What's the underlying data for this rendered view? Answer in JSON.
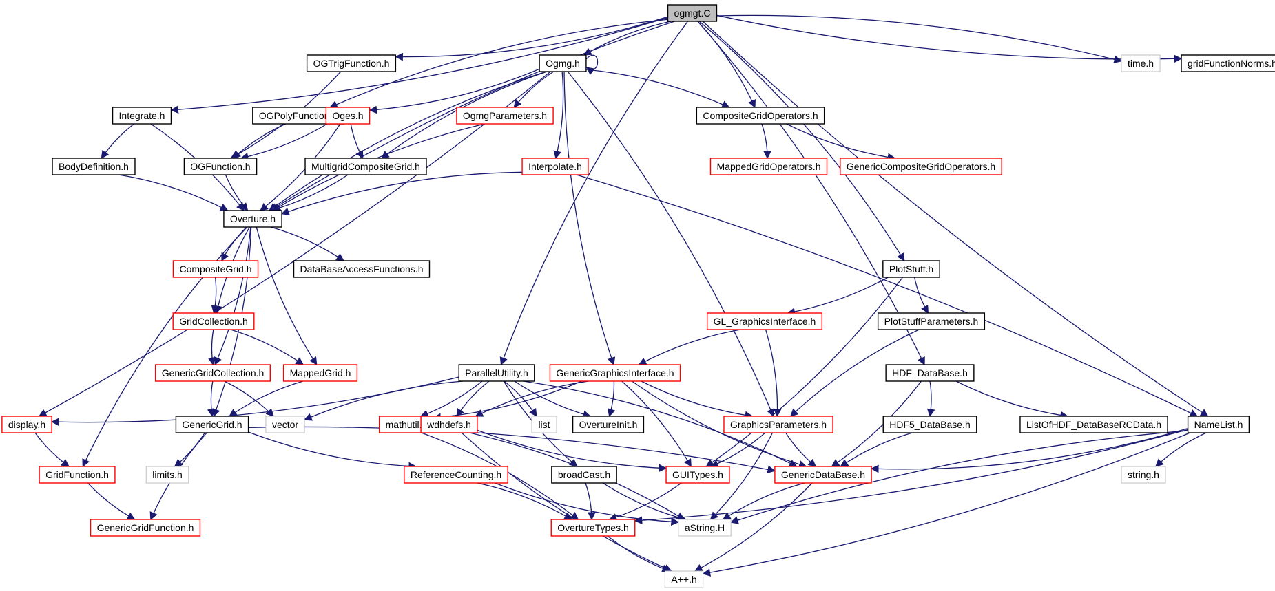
{
  "graph": {
    "colors": {
      "edge": "#191970",
      "border_normal": "#000000",
      "border_truncated": "#ff0000",
      "border_external": "#bfbfbf",
      "fill_root": "#bfbfbf",
      "fill_default": "#ffffff"
    },
    "nodes": [
      {
        "id": "ogmgt",
        "label": "ogmgt.C",
        "kind": "root"
      },
      {
        "id": "ogtrig",
        "label": "OGTrigFunction.h",
        "kind": "normal"
      },
      {
        "id": "ogmg",
        "label": "Ogmg.h",
        "kind": "normal"
      },
      {
        "id": "time",
        "label": "time.h",
        "kind": "external"
      },
      {
        "id": "gridfn",
        "label": "gridFunctionNorms.h",
        "kind": "normal"
      },
      {
        "id": "integrate",
        "label": "Integrate.h",
        "kind": "normal"
      },
      {
        "id": "ogpoly",
        "label": "OGPolyFunction.h",
        "kind": "normal"
      },
      {
        "id": "oges",
        "label": "Oges.h",
        "kind": "truncated"
      },
      {
        "id": "ogmgparams",
        "label": "OgmgParameters.h",
        "kind": "truncated"
      },
      {
        "id": "cgops",
        "label": "CompositeGridOperators.h",
        "kind": "normal"
      },
      {
        "id": "bodydef",
        "label": "BodyDefinition.h",
        "kind": "normal"
      },
      {
        "id": "ogfunc",
        "label": "OGFunction.h",
        "kind": "normal"
      },
      {
        "id": "mgcg",
        "label": "MultigridCompositeGrid.h",
        "kind": "normal"
      },
      {
        "id": "interp",
        "label": "Interpolate.h",
        "kind": "truncated"
      },
      {
        "id": "mgops",
        "label": "MappedGridOperators.h",
        "kind": "truncated"
      },
      {
        "id": "gcgops",
        "label": "GenericCompositeGridOperators.h",
        "kind": "truncated"
      },
      {
        "id": "overture",
        "label": "Overture.h",
        "kind": "normal"
      },
      {
        "id": "compgrid",
        "label": "CompositeGrid.h",
        "kind": "truncated"
      },
      {
        "id": "dbaf",
        "label": "DataBaseAccessFunctions.h",
        "kind": "normal"
      },
      {
        "id": "plotstuff",
        "label": "PlotStuff.h",
        "kind": "normal"
      },
      {
        "id": "gridcoll",
        "label": "GridCollection.h",
        "kind": "truncated"
      },
      {
        "id": "glgi",
        "label": "GL_GraphicsInterface.h",
        "kind": "truncated"
      },
      {
        "id": "psparams",
        "label": "PlotStuffParameters.h",
        "kind": "normal"
      },
      {
        "id": "ggc",
        "label": "GenericGridCollection.h",
        "kind": "truncated"
      },
      {
        "id": "mappedgrid",
        "label": "MappedGrid.h",
        "kind": "truncated"
      },
      {
        "id": "parutil",
        "label": "ParallelUtility.h",
        "kind": "normal"
      },
      {
        "id": "ggi",
        "label": "GenericGraphicsInterface.h",
        "kind": "truncated"
      },
      {
        "id": "hdfdb",
        "label": "HDF_DataBase.h",
        "kind": "normal"
      },
      {
        "id": "display",
        "label": "display.h",
        "kind": "truncated"
      },
      {
        "id": "genericgrid",
        "label": "GenericGrid.h",
        "kind": "normal"
      },
      {
        "id": "vector",
        "label": "vector",
        "kind": "external"
      },
      {
        "id": "mathutil",
        "label": "mathutil.h",
        "kind": "truncated"
      },
      {
        "id": "wdhdefs",
        "label": "wdhdefs.h",
        "kind": "truncated"
      },
      {
        "id": "list",
        "label": "list",
        "kind": "external"
      },
      {
        "id": "ovinit",
        "label": "OvertureInit.h",
        "kind": "normal"
      },
      {
        "id": "gparams",
        "label": "GraphicsParameters.h",
        "kind": "truncated"
      },
      {
        "id": "hdf5db",
        "label": "HDF5_DataBase.h",
        "kind": "normal"
      },
      {
        "id": "listofhdf",
        "label": "ListOfHDF_DataBaseRCData.h",
        "kind": "normal"
      },
      {
        "id": "namelist",
        "label": "NameList.h",
        "kind": "normal"
      },
      {
        "id": "gridfunction",
        "label": "GridFunction.h",
        "kind": "truncated"
      },
      {
        "id": "limits",
        "label": "limits.h",
        "kind": "external"
      },
      {
        "id": "refcount",
        "label": "ReferenceCounting.h",
        "kind": "truncated"
      },
      {
        "id": "broadcast",
        "label": "broadCast.h",
        "kind": "normal"
      },
      {
        "id": "guitypes",
        "label": "GUITypes.h",
        "kind": "truncated"
      },
      {
        "id": "gdb",
        "label": "GenericDataBase.h",
        "kind": "truncated"
      },
      {
        "id": "string",
        "label": "string.h",
        "kind": "external"
      },
      {
        "id": "ggf",
        "label": "GenericGridFunction.h",
        "kind": "truncated"
      },
      {
        "id": "ovtypes",
        "label": "OvertureTypes.h",
        "kind": "truncated"
      },
      {
        "id": "astring",
        "label": "aString.H",
        "kind": "external"
      },
      {
        "id": "app",
        "label": "A++.h",
        "kind": "external"
      }
    ],
    "edges": [
      [
        "ogmgt",
        "ogtrig"
      ],
      [
        "ogmgt",
        "ogmg"
      ],
      [
        "ogmgt",
        "time"
      ],
      [
        "ogmgt",
        "gridfn"
      ],
      [
        "ogmgt",
        "integrate"
      ],
      [
        "ogmgt",
        "ogpoly"
      ],
      [
        "ogmgt",
        "cgops"
      ],
      [
        "ogmgt",
        "overture"
      ],
      [
        "ogmgt",
        "plotstuff"
      ],
      [
        "ogmgt",
        "parutil"
      ],
      [
        "ogmgt",
        "hdfdb"
      ],
      [
        "ogmgt",
        "namelist"
      ],
      [
        "ogtrig",
        "ogfunc"
      ],
      [
        "ogmg",
        "ogmg"
      ],
      [
        "ogmg",
        "oges"
      ],
      [
        "ogmg",
        "ogmgparams"
      ],
      [
        "ogmg",
        "cgops"
      ],
      [
        "ogmg",
        "mgcg"
      ],
      [
        "ogmg",
        "interp"
      ],
      [
        "ogmg",
        "overture"
      ],
      [
        "ogmg",
        "display"
      ],
      [
        "ogmg",
        "ggi"
      ],
      [
        "ogmg",
        "gparams"
      ],
      [
        "integrate",
        "bodydef"
      ],
      [
        "integrate",
        "overture"
      ],
      [
        "ogpoly",
        "ogfunc"
      ],
      [
        "oges",
        "ogfunc"
      ],
      [
        "oges",
        "mgcg"
      ],
      [
        "oges",
        "overture"
      ],
      [
        "ogmgparams",
        "overture"
      ],
      [
        "cgops",
        "mgops"
      ],
      [
        "cgops",
        "gcgops"
      ],
      [
        "bodydef",
        "overture"
      ],
      [
        "ogfunc",
        "overture"
      ],
      [
        "mgcg",
        "overture"
      ],
      [
        "interp",
        "overture"
      ],
      [
        "interp",
        "namelist"
      ],
      [
        "overture",
        "compgrid"
      ],
      [
        "overture",
        "dbaf"
      ],
      [
        "overture",
        "gridcoll"
      ],
      [
        "overture",
        "ggc"
      ],
      [
        "overture",
        "mappedgrid"
      ],
      [
        "overture",
        "genericgrid"
      ],
      [
        "overture",
        "gridfunction"
      ],
      [
        "compgrid",
        "gridcoll"
      ],
      [
        "gridcoll",
        "ggc"
      ],
      [
        "gridcoll",
        "mappedgrid"
      ],
      [
        "ggc",
        "genericgrid"
      ],
      [
        "ggc",
        "vector"
      ],
      [
        "mappedgrid",
        "genericgrid"
      ],
      [
        "plotstuff",
        "glgi"
      ],
      [
        "plotstuff",
        "psparams"
      ],
      [
        "plotstuff",
        "guitypes"
      ],
      [
        "glgi",
        "ggi"
      ],
      [
        "glgi",
        "gparams"
      ],
      [
        "psparams",
        "gparams"
      ],
      [
        "parutil",
        "display"
      ],
      [
        "parutil",
        "vector"
      ],
      [
        "parutil",
        "mathutil"
      ],
      [
        "parutil",
        "wdhdefs"
      ],
      [
        "parutil",
        "list"
      ],
      [
        "parutil",
        "ovinit"
      ],
      [
        "parutil",
        "gdb"
      ],
      [
        "parutil",
        "broadcast"
      ],
      [
        "ggi",
        "mathutil"
      ],
      [
        "ggi",
        "wdhdefs"
      ],
      [
        "ggi",
        "ovinit"
      ],
      [
        "ggi",
        "gparams"
      ],
      [
        "ggi",
        "guitypes"
      ],
      [
        "ggi",
        "gdb"
      ],
      [
        "hdfdb",
        "hdf5db"
      ],
      [
        "hdfdb",
        "listofhdf"
      ],
      [
        "hdfdb",
        "gdb"
      ],
      [
        "display",
        "gridfunction"
      ],
      [
        "genericgrid",
        "limits"
      ],
      [
        "genericgrid",
        "refcount"
      ],
      [
        "genericgrid",
        "gdb"
      ],
      [
        "genericgrid",
        "ggf"
      ],
      [
        "mathutil",
        "ovtypes"
      ],
      [
        "wdhdefs",
        "guitypes"
      ],
      [
        "wdhdefs",
        "astring"
      ],
      [
        "wdhdefs",
        "app"
      ],
      [
        "gparams",
        "guitypes"
      ],
      [
        "gparams",
        "gdb"
      ],
      [
        "gparams",
        "astring"
      ],
      [
        "hdf5db",
        "gdb"
      ],
      [
        "namelist",
        "gdb"
      ],
      [
        "namelist",
        "string"
      ],
      [
        "namelist",
        "ovtypes"
      ],
      [
        "namelist",
        "astring"
      ],
      [
        "namelist",
        "app"
      ],
      [
        "gridfunction",
        "ggf"
      ],
      [
        "refcount",
        "ovtypes"
      ],
      [
        "refcount",
        "astring"
      ],
      [
        "broadcast",
        "ovtypes"
      ],
      [
        "broadcast",
        "astring"
      ],
      [
        "guitypes",
        "ovtypes"
      ],
      [
        "gdb",
        "astring"
      ],
      [
        "gdb",
        "app"
      ],
      [
        "ovtypes",
        "app"
      ]
    ]
  }
}
